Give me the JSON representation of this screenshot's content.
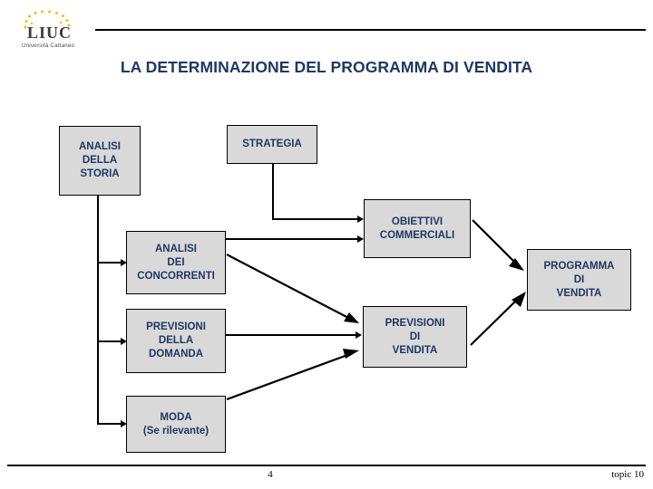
{
  "slide": {
    "title": "LA DETERMINAZIONE DEL PROGRAMMA DI VENDITA",
    "colors": {
      "title_text": "#1F3864",
      "box_fill": "#D9D9D9",
      "box_border": "#000000",
      "box_text": "#1F3864",
      "connector": "#000000",
      "logo_star": "#E8C21E",
      "logo_text": "#3B3B3B"
    }
  },
  "logo": {
    "name": "LIUC",
    "subtitle": "Università Cattaneo",
    "star_count": 12
  },
  "diagram": {
    "nodes": [
      {
        "id": "analisi-della-storia",
        "label": "ANALISI\nDELLA\nSTORIA"
      },
      {
        "id": "strategia",
        "label": "STRATEGIA"
      },
      {
        "id": "obiettivi-commerciali",
        "label": "OBIETTIVI\nCOMMERCIALI"
      },
      {
        "id": "analisi-dei-concorrenti",
        "label": "ANALISI\nDEI\nCONCORRENTI"
      },
      {
        "id": "previsioni-della-domanda",
        "label": "PREVISIONI\nDELLA\nDOMANDA"
      },
      {
        "id": "moda",
        "label": "MODA\n(Se rilevante)"
      },
      {
        "id": "previsioni-di-vendita",
        "label": "PREVISIONI\nDI\nVENDITA"
      },
      {
        "id": "programma-di-vendita",
        "label": "PROGRAMMA\nDI\nVENDITA"
      }
    ],
    "edges": [
      {
        "from": "analisi-della-storia",
        "to": "analisi-dei-concorrenti"
      },
      {
        "from": "analisi-della-storia",
        "to": "previsioni-della-domanda"
      },
      {
        "from": "analisi-della-storia",
        "to": "moda"
      },
      {
        "from": "strategia",
        "to": "obiettivi-commerciali"
      },
      {
        "from": "analisi-dei-concorrenti",
        "to": "obiettivi-commerciali"
      },
      {
        "from": "analisi-dei-concorrenti",
        "to": "previsioni-di-vendita"
      },
      {
        "from": "previsioni-della-domanda",
        "to": "previsioni-di-vendita"
      },
      {
        "from": "moda",
        "to": "previsioni-di-vendita"
      },
      {
        "from": "obiettivi-commerciali",
        "to": "programma-di-vendita"
      },
      {
        "from": "previsioni-di-vendita",
        "to": "programma-di-vendita"
      }
    ]
  },
  "footer": {
    "page_number": "4",
    "topic": "topic 10"
  }
}
